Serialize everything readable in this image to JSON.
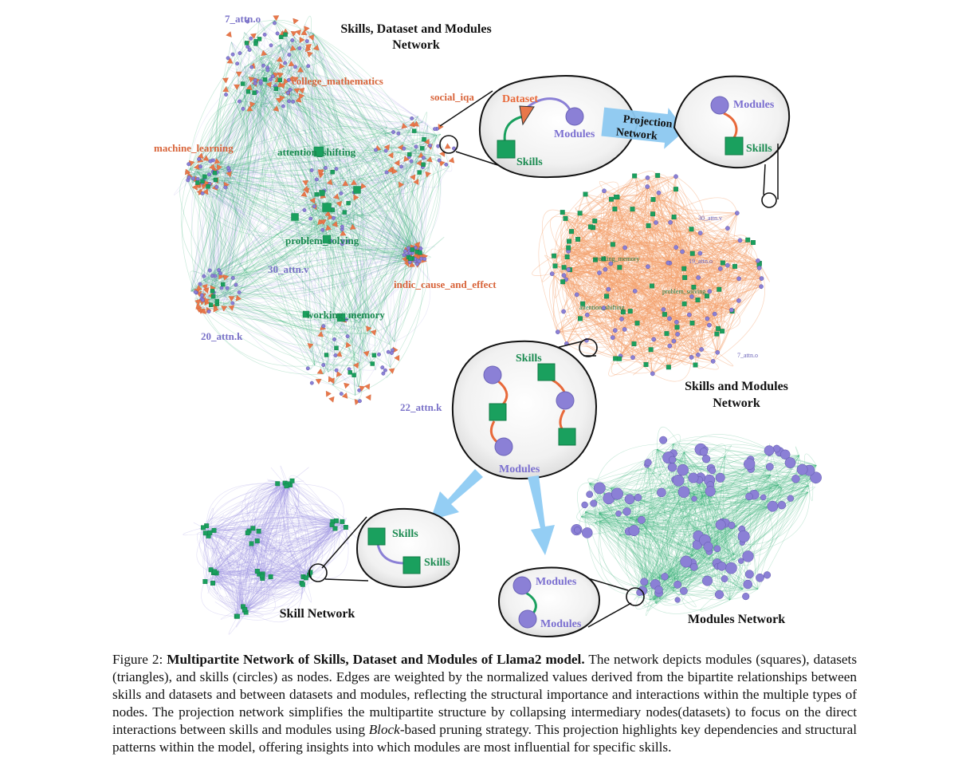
{
  "colors": {
    "skill": "#1aa05e",
    "skill_edge": "#3cb37a",
    "module": "#8b80d6",
    "module_edge": "#9a93e0",
    "dataset": "#e8774a",
    "orange_edge": "#f3a06a",
    "arrow": "#94cef4",
    "projection_arrow": "#8cc8f0"
  },
  "networks": {
    "multipartite_title_line1": "Skills, Dataset and Modules",
    "multipartite_title_line2": "Network",
    "skills_modules_title_line1": "Skills and Modules",
    "skills_modules_title_line2": "Network",
    "skill_network_title": "Skill Network",
    "modules_network_title": "Modules Network"
  },
  "multipartite_labels": {
    "attn_7o": "7_attn.o",
    "college_math": "college_mathematics",
    "social_iqa": "social_iqa",
    "machine_learning": "machine_learning",
    "attention_shifting": "attention_shifting",
    "problem_solving": "problem_solving",
    "attn_30v": "30_attn.v",
    "indic_cause": "indic_cause_and_effect",
    "working_memory": "working_memory",
    "attn_20k": "20_attn.k",
    "attn_22k": "22_attn.k"
  },
  "skills_modules_labels": {
    "attn_30v": "30_attn.v",
    "working_memory": "working_memory",
    "attn_19o": "19_attn.o",
    "attention_shifting": "attention_shifting",
    "problem_solving": "problem_solving",
    "attn_7o": "7_attn.o"
  },
  "callouts": {
    "bipartite_dataset": "Dataset",
    "bipartite_modules": "Modules",
    "bipartite_skills": "Skills",
    "projection_line1": "Projection",
    "projection_line2": "Network",
    "projected_modules": "Modules",
    "projected_skills": "Skills",
    "zoom_skills": "Skills",
    "zoom_modules": "Modules",
    "skill_pair_top": "Skills",
    "skill_pair_bottom": "Skills",
    "module_pair_top": "Modules",
    "module_pair_bottom": "Modules"
  },
  "caption": {
    "figure_label": "Figure 2:",
    "title": "Multipartite Network of Skills, Dataset and Modules of Llama2 model.",
    "text_1": "The network depicts modules (squares), datasets (triangles), and skills (circles) as nodes. Edges are weighted by the normalized values derived from the bipartite relationships between skills and datasets and between datasets and modules, reflecting the structural importance and interactions within the multiple types of nodes. The projection network simplifies the multipartite structure by collapsing intermediary nodes(datasets) to focus on the direct interactions between skills and modules using",
    "italic_word": "Block",
    "text_2": "-based pruning strategy. This projection highlights key dependencies and structural patterns within the model, offering insights into which modules are most influential for specific skills."
  }
}
